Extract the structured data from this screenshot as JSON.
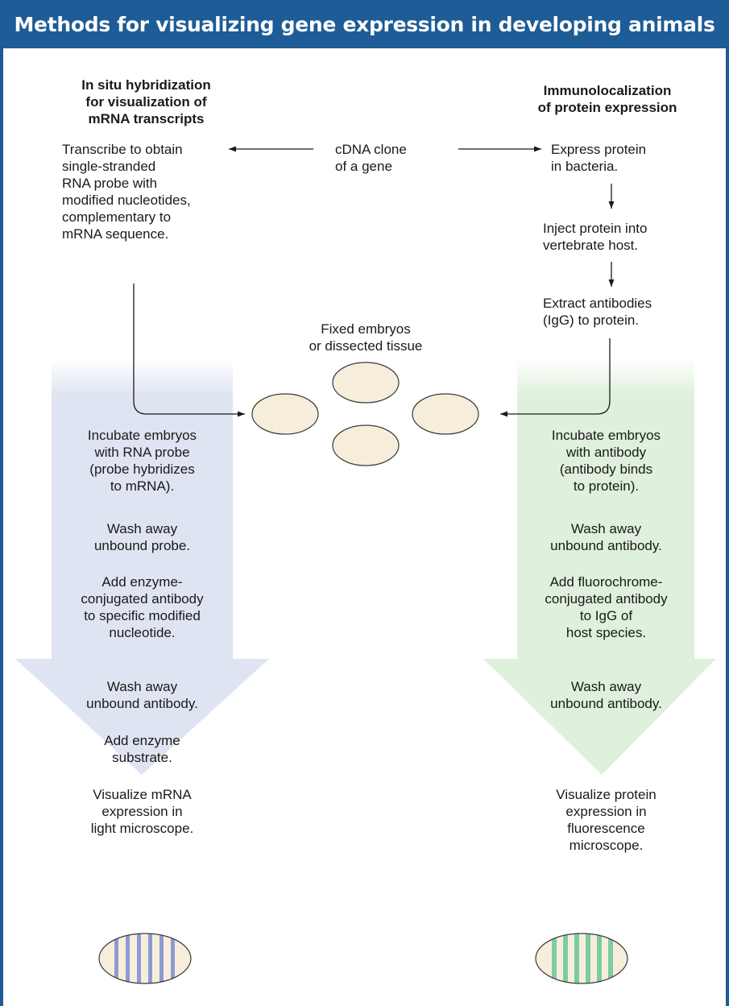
{
  "title": "Methods for visualizing gene expression in developing animals",
  "colors": {
    "title_bar": "#1d5c96",
    "left_column_fill": "#dfe4f2",
    "right_column_fill": "#dff0dc",
    "embryo_fill": "#f6eedb",
    "left_stripe": "#8d9bd3",
    "right_stripe": "#7fcba1"
  },
  "left": {
    "header": "In situ hybridization\nfor visualization of\nmRNA transcripts",
    "transcribe": "Transcribe to obtain\nsingle-stranded\nRNA probe with\nmodified nucleotides,\ncomplementary to\nmRNA sequence.",
    "steps": [
      "Incubate embryos\nwith RNA probe\n(probe hybridizes\nto mRNA).",
      "Wash away\nunbound probe.",
      "Add enzyme-\nconjugated antibody\nto specific modified\nnucleotide.",
      "Wash away\nunbound antibody.",
      "Add enzyme\nsubstrate.",
      "Visualize mRNA\nexpression in\nlight microscope."
    ]
  },
  "center": {
    "cdna": "cDNA clone\nof a gene",
    "embryos": "Fixed embryos\nor dissected tissue"
  },
  "right": {
    "header": "Immunolocalization\nof protein expression",
    "express": "Express protein\nin bacteria.",
    "inject": "Inject protein into\nvertebrate host.",
    "extract": "Extract antibodies\n(IgG) to protein.",
    "steps": [
      "Incubate embryos\nwith antibody\n(antibody binds\nto protein).",
      "Wash away\nunbound antibody.",
      "Add fluorochrome-\nconjugated antibody\nto IgG of\nhost species.",
      "Wash away\nunbound antibody.",
      "Visualize protein\nexpression in\nfluorescence\nmicroscope."
    ]
  }
}
